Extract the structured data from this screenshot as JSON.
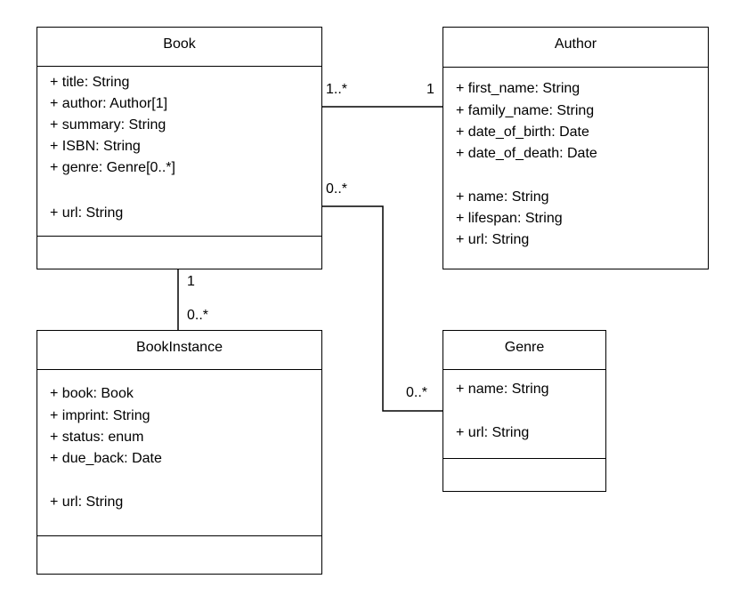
{
  "classes": {
    "book": {
      "name": "Book",
      "attributes": [
        "+ title: String",
        "+ author: Author[1]",
        "+ summary: String",
        "+ ISBN: String",
        "+ genre: Genre[0..*]",
        "+ url: String"
      ]
    },
    "author": {
      "name": "Author",
      "attributes": [
        "+ first_name: String",
        "+ family_name: String",
        "+ date_of_birth: Date",
        "+ date_of_death: Date",
        "+ name: String",
        "+ lifespan: String",
        "+ url: String"
      ]
    },
    "bookinstance": {
      "name": "BookInstance",
      "attributes": [
        "+ book: Book",
        "+ imprint: String",
        "+ status: enum",
        "+ due_back: Date",
        "+ url: String"
      ]
    },
    "genre": {
      "name": "Genre",
      "attributes": [
        "+ name: String",
        "+ url: String"
      ]
    }
  },
  "associations": {
    "book_author": {
      "book_end": "1..*",
      "author_end": "1"
    },
    "book_genre": {
      "book_end": "0..*",
      "genre_end": "0..*"
    },
    "book_bookinstance": {
      "book_end": "1",
      "bookinstance_end": "0..*"
    }
  }
}
